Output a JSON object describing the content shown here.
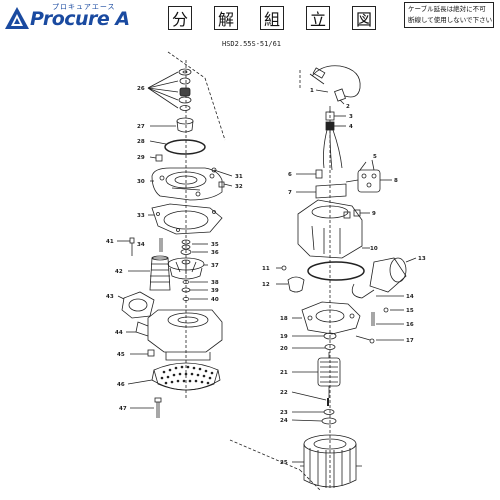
{
  "logo": {
    "brand": "Procure A",
    "kana": "プロキュアエース"
  },
  "title": [
    "分",
    "解",
    "組",
    "立",
    "図"
  ],
  "note": [
    "ケーブル延長は絶対に不可",
    "断線して使用しないで下さい"
  ],
  "model": "HSD2.55S-51/61",
  "labels": {
    "l1": "1",
    "l2": "2",
    "l3": "3",
    "l4": "4",
    "l5": "5",
    "l6": "6",
    "l7": "7",
    "l8": "8",
    "l9": "9",
    "l10": "10",
    "l11": "11",
    "l12": "12",
    "l13": "13",
    "l14": "14",
    "l15": "15",
    "l16": "16",
    "l17": "17",
    "l18": "18",
    "l19": "19",
    "l20": "20",
    "l21": "21",
    "l22": "22",
    "l23": "23",
    "l24": "24",
    "l25": "25",
    "l26": "26",
    "l27": "27",
    "l28": "28",
    "l29": "29",
    "l30": "30",
    "l31": "31",
    "l32": "32",
    "l33": "33",
    "l34": "34",
    "l35": "35",
    "l36": "36",
    "l37": "37",
    "l38": "38",
    "l39": "39",
    "l40": "40",
    "l41": "41",
    "l42": "42",
    "l43": "43",
    "l44": "44",
    "l45": "45",
    "l46": "46",
    "l47": "47"
  },
  "colors": {
    "brand_blue": "#1a4aa0",
    "ink": "#222222"
  }
}
